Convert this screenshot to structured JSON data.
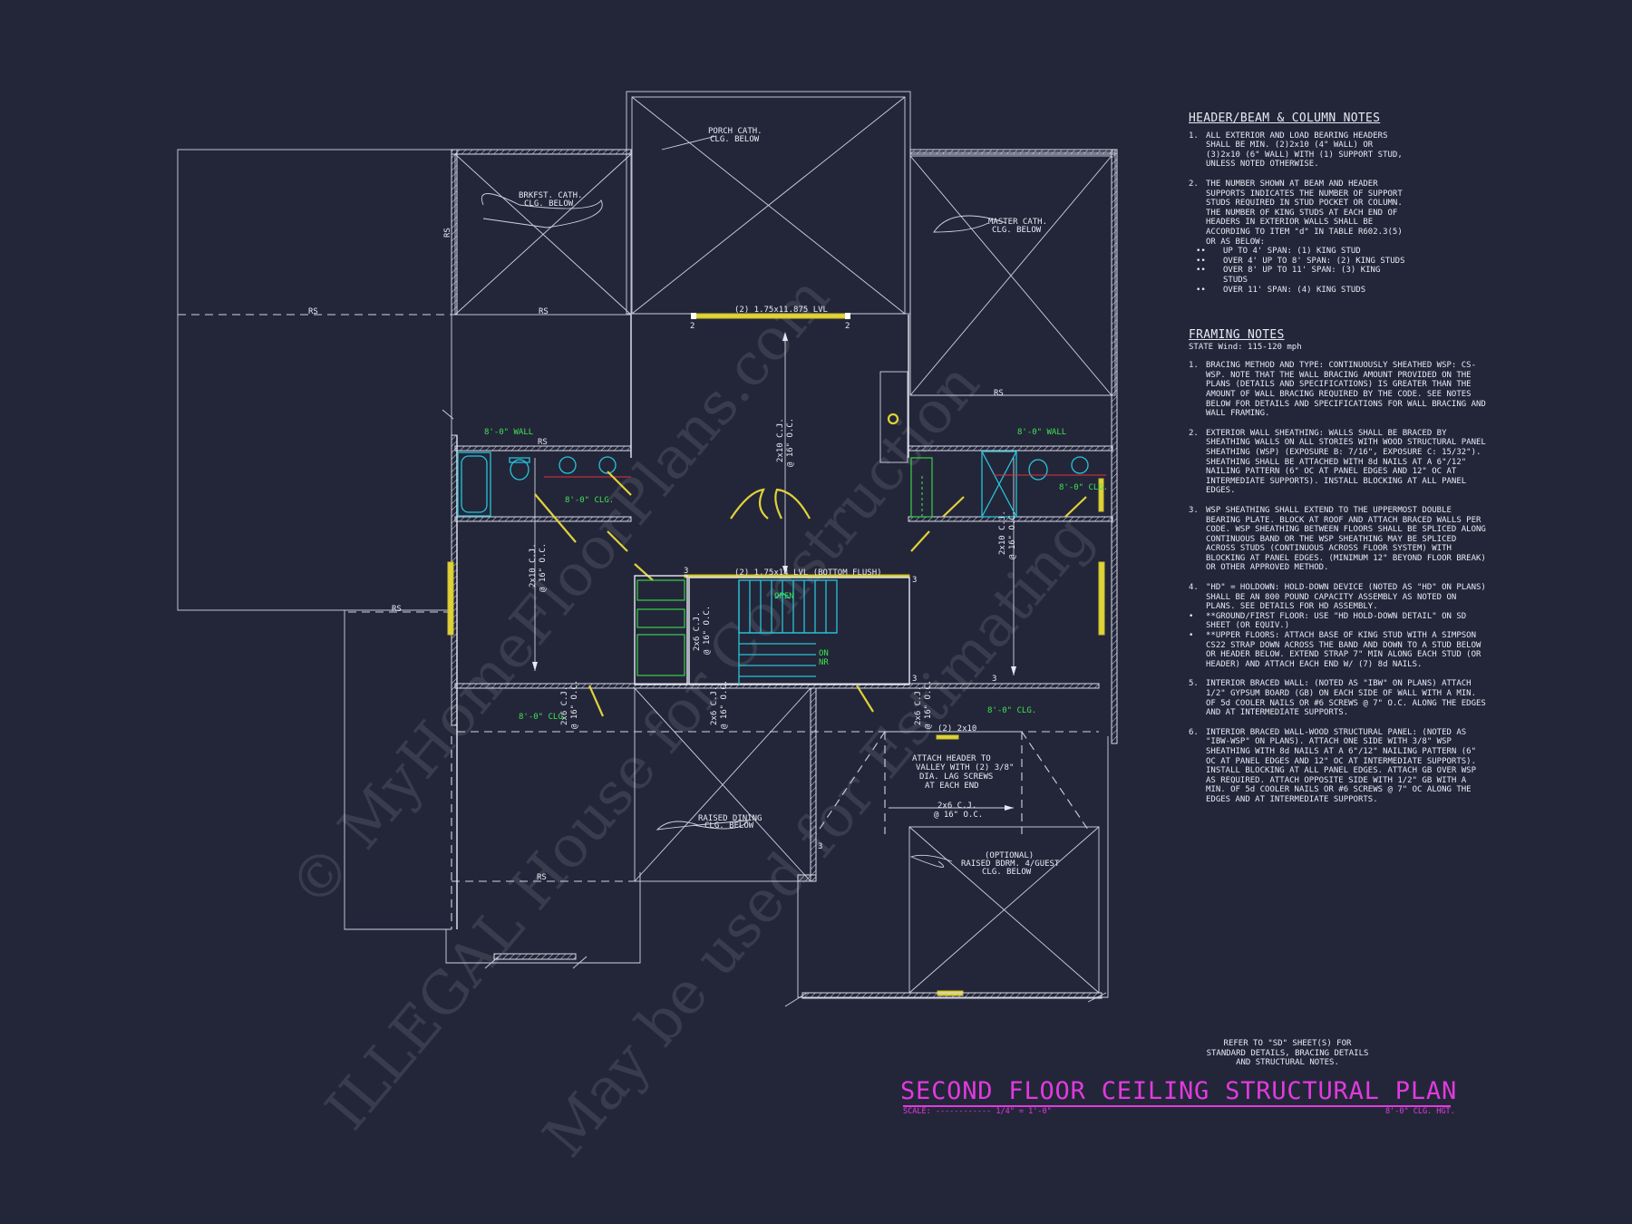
{
  "plan": {
    "room_labels": {
      "porch": [
        "PORCH CATH.",
        "CLG. BELOW"
      ],
      "brkfst": [
        "BRKFST. CATH.",
        "CLG. BELOW"
      ],
      "master": [
        "MASTER CATH.",
        "CLG. BELOW"
      ],
      "dining": [
        "RAISED DINING",
        "CLG. BELOW"
      ],
      "bdrm": [
        "(OPTIONAL)",
        "RAISED BDRM. 4/GUEST",
        "CLG. BELOW"
      ]
    },
    "beam_top": "(2) 1.75x11.875 LVL",
    "beam_mid": "(2) 1.75x14 LVL (BOTTOM FLUSH)",
    "header_2x10": "(2) 2x10",
    "attach_header": [
      "ATTACH HEADER TO",
      "VALLEY WITH (2) 3/8\"",
      "DIA. LAG SCREWS",
      "AT EACH END"
    ],
    "cj_2x10": [
      "2x10 C.J.",
      "@ 16\" O.C."
    ],
    "cj_2x6": [
      "2x6 C.J.",
      "@ 16\" O.C."
    ],
    "rs": "RS",
    "wall_8": "8'-0\" WALL",
    "clg_8": "8'-0\" CLG.",
    "open": "OPEN",
    "on": "ON",
    "nr": "NR",
    "support_2": "2",
    "support_3": "3"
  },
  "notes": {
    "header_title": "HEADER/BEAM & COLUMN NOTES",
    "header_items": [
      {
        "n": "1.",
        "text": "ALL EXTERIOR AND LOAD BEARING HEADERS SHALL BE MIN. (2)2x10 (4\" WALL) OR (3)2x10 (6\" WALL) WITH (1) SUPPORT STUD, UNLESS NOTED OTHERWISE."
      },
      {
        "n": "2.",
        "text": "THE NUMBER SHOWN AT BEAM AND HEADER SUPPORTS INDICATES THE NUMBER OF SUPPORT STUDS REQUIRED IN STUD POCKET OR COLUMN. THE NUMBER OF KING STUDS AT EACH END OF HEADERS IN EXTERIOR WALLS SHALL BE ACCORDING TO ITEM \"d\" IN TABLE R602.3(5) OR AS BELOW:"
      }
    ],
    "king_studs": [
      "UP TO 4' SPAN: (1) KING STUD",
      "OVER 4' UP TO 8' SPAN: (2) KING STUDS",
      "OVER 8' UP TO 11' SPAN: (3) KING STUDS",
      "OVER 11' SPAN: (4) KING STUDS"
    ],
    "framing_title": "FRAMING NOTES",
    "framing_sub": "STATE Wind: 115-120 mph",
    "framing_items": [
      {
        "n": "1.",
        "text": "BRACING METHOD AND TYPE: CONTINUOUSLY SHEATHED WSP: CS-WSP. NOTE THAT THE WALL BRACING AMOUNT PROVIDED ON THE PLANS (DETAILS AND SPECIFICATIONS) IS GREATER THAN THE AMOUNT OF WALL BRACING REQUIRED BY THE CODE. SEE NOTES BELOW FOR DETAILS AND SPECIFICATIONS FOR WALL BRACING AND WALL FRAMING."
      },
      {
        "n": "2.",
        "text": "EXTERIOR WALL SHEATHING: WALLS SHALL BE BRACED BY SHEATHING WALLS ON ALL STORIES WITH WOOD STRUCTURAL PANEL SHEATHING (WSP) (EXPOSURE B: 7/16\", EXPOSURE C: 15/32\"). SHEATHING SHALL BE ATTACHED WITH 8d NAILS AT A 6\"/12\" NAILING PATTERN (6\" OC AT PANEL EDGES AND 12\" OC AT INTERMEDIATE SUPPORTS). INSTALL BLOCKING AT ALL PANEL EDGES."
      },
      {
        "n": "3.",
        "text": "WSP SHEATHING SHALL EXTEND TO THE UPPERMOST DOUBLE BEARING PLATE. BLOCK AT ROOF AND ATTACH BRACED WALLS PER CODE. WSP SHEATHING BETWEEN FLOORS SHALL BE SPLICED ALONG CONTINUOUS BAND OR THE WSP SHEATHING MAY BE SPLICED ACROSS STUDS (CONTINUOUS ACROSS FLOOR SYSTEM) WITH BLOCKING AT PANEL EDGES. (MINIMUM 12\" BEYOND FLOOR BREAK) OR OTHER APPROVED METHOD."
      },
      {
        "n": "4.",
        "text": "\"HD\" = HOLDOWN: HOLD-DOWN DEVICE (NOTED AS \"HD\" ON PLANS) SHALL BE AN 800 POUND CAPACITY ASSEMBLY AS NOTED ON PLANS. SEE DETAILS FOR HD ASSEMBLY."
      }
    ],
    "framing_bullets": [
      "**GROUND/FIRST FLOOR: USE \"HD HOLD-DOWN DETAIL\" ON SD SHEET (OR EQUIV.)",
      "**UPPER FLOORS: ATTACH BASE OF KING STUD WITH A SIMPSON CS22 STRAP DOWN ACROSS THE BAND AND DOWN TO A STUD BELOW OR HEADER BELOW. EXTEND STRAP 7\" MIN ALONG EACH STUD (OR HEADER) AND ATTACH EACH END W/ (7) 8d NAILS."
    ],
    "framing_items_2": [
      {
        "n": "5.",
        "text": "INTERIOR BRACED WALL: (NOTED AS \"IBW\" ON PLANS) ATTACH 1/2\" GYPSUM BOARD (GB) ON EACH SIDE OF WALL WITH A MIN. OF 5d COOLER NAILS OR #6 SCREWS @ 7\" O.C. ALONG THE EDGES AND AT INTERMEDIATE SUPPORTS."
      },
      {
        "n": "6.",
        "text": "INTERIOR BRACED WALL-WOOD STRUCTURAL PANEL: (NOTED AS \"IBW-WSP\" ON PLANS). ATTACH ONE SIDE WITH 3/8\" WSP SHEATHING WITH 8d NAILS AT A 6\"/12\" NAILING PATTERN (6\" OC AT PANEL EDGES AND 12\" OC AT INTERMEDIATE SUPPORTS). INSTALL BLOCKING AT ALL PANEL EDGES. ATTACH GB OVER WSP AS REQUIRED. ATTACH OPPOSITE SIDE WITH 1/2\" GB WITH A MIN. OF 5d COOLER NAILS OR #6 SCREWS @ 7\" OC ALONG THE EDGES AND AT INTERMEDIATE SUPPORTS."
      }
    ]
  },
  "refer_note": "REFER TO \"SD\" SHEET(S) FOR STANDARD DETAILS, BRACING DETAILS AND STRUCTURAL NOTES.",
  "title": "SECOND FLOOR CEILING STRUCTURAL PLAN",
  "scale_text": "SCALE: ------------ 1/4\" = 1'-0\"",
  "ceiling_height": "8'-0\" CLG. HGT.",
  "watermark": [
    "© MyHomeFloorPlans.com",
    "ILLEGAL House for Construction",
    "May be used for Estimating"
  ],
  "colors": {
    "background": "#232639",
    "line": "#e6e9f2",
    "title": "#e23adf",
    "beam": "#e0d23a",
    "stair": "#28c3d8",
    "label_green": "#3ee24e"
  }
}
